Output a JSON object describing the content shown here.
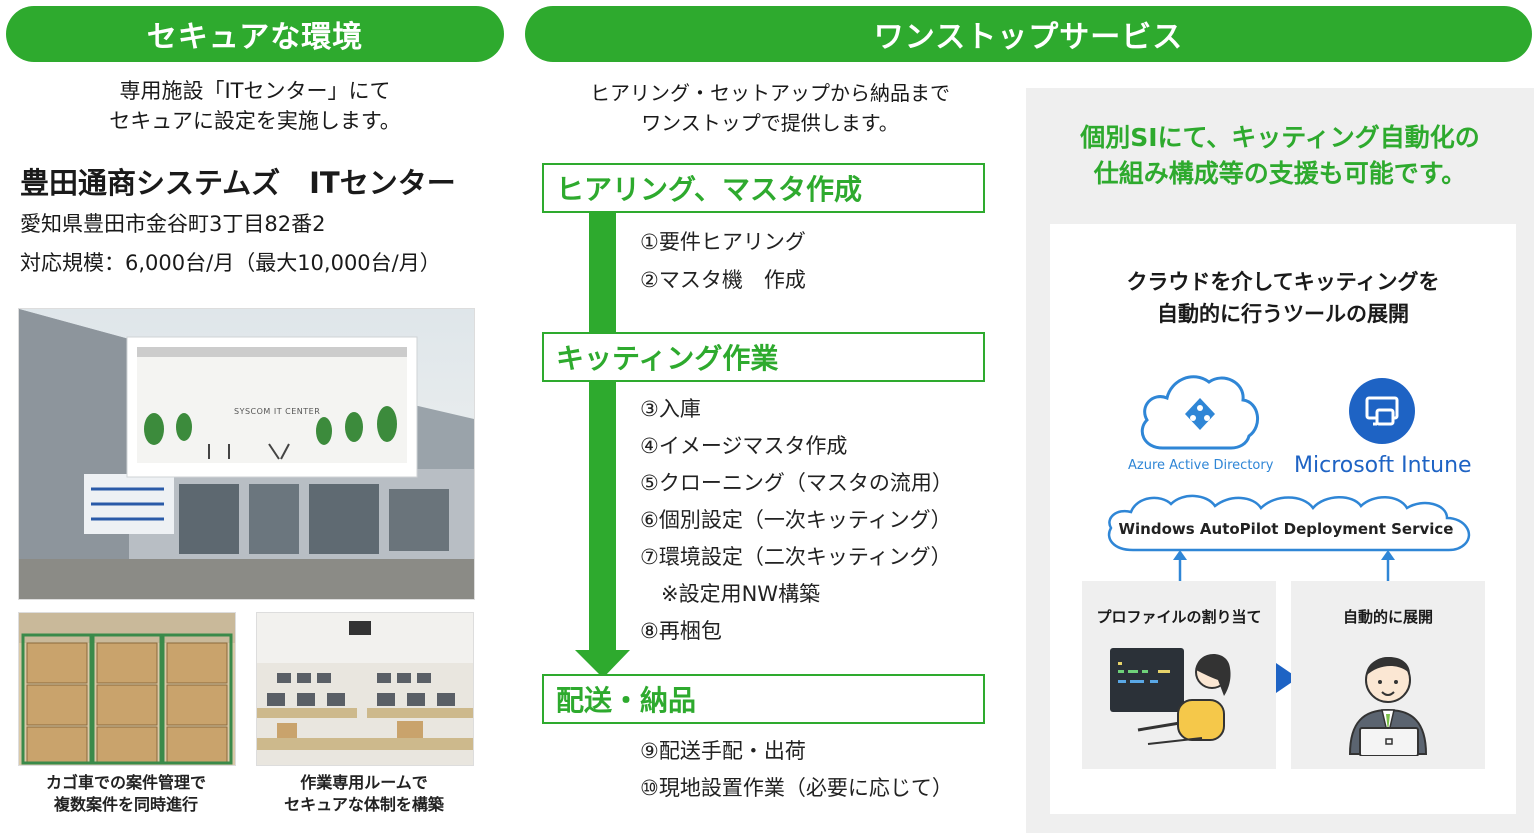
{
  "left": {
    "header": "セキュアな環境",
    "intro_line1": "専用施設「ITセンター」にて",
    "intro_line2": "セキュアに設定を実施します。",
    "center_name": "豊田通商システムズ　ITセンター",
    "address": "愛知県豊田市金谷町3丁目82番2",
    "capacity": "対応規模：6,000台/月（最大10,000台/月）",
    "sign_text": "SYSCOM IT CENTER",
    "caption1_line1": "カゴ車での案件管理で",
    "caption1_line2": "複数案件を同時進行",
    "caption2_line1": "作業専用ルームで",
    "caption2_line2": "セキュアな体制を構築"
  },
  "middle": {
    "header": "ワンストップサービス",
    "intro_line1": "ヒアリング・セットアップから納品まで",
    "intro_line2": "ワンストップで提供します。",
    "phases": [
      {
        "title": "ヒアリング、マスタ作成",
        "items": [
          "①要件ヒアリング",
          "②マスタ機　作成"
        ]
      },
      {
        "title": "キッティング作業",
        "items": [
          "③入庫",
          "④イメージマスタ作成",
          "⑤クローニング（マスタの流用）",
          "⑥個別設定（一次キッティング）",
          "⑦環境設定（二次キッティング）",
          "　※設定用NW構築",
          "⑧再梱包"
        ]
      },
      {
        "title": "配送・納品",
        "items": [
          "⑨配送手配・出荷",
          "⑩現地設置作業（必要に応じて）"
        ]
      }
    ]
  },
  "right": {
    "headline_line1": "個別SIにて、キッティング自動化の",
    "headline_line2": "仕組み構成等の支援も可能です。",
    "card_title_line1": "クラウドを介してキッティングを",
    "card_title_line2": "自動的に行うツールの展開",
    "azure_label": "Azure Active Directory",
    "intune_label": "Microsoft Intune",
    "autopilot_label": "Windows AutoPilot Deployment Service",
    "box1_label": "プロファイルの割り当て",
    "box2_label": "自動的に展開",
    "screen_code": "·· ··· ·"
  },
  "colors": {
    "green": "#2eaa2e",
    "azure_blue": "#2f86d6",
    "intune_blue": "#1e63c4",
    "gray_panel": "#efefef"
  }
}
